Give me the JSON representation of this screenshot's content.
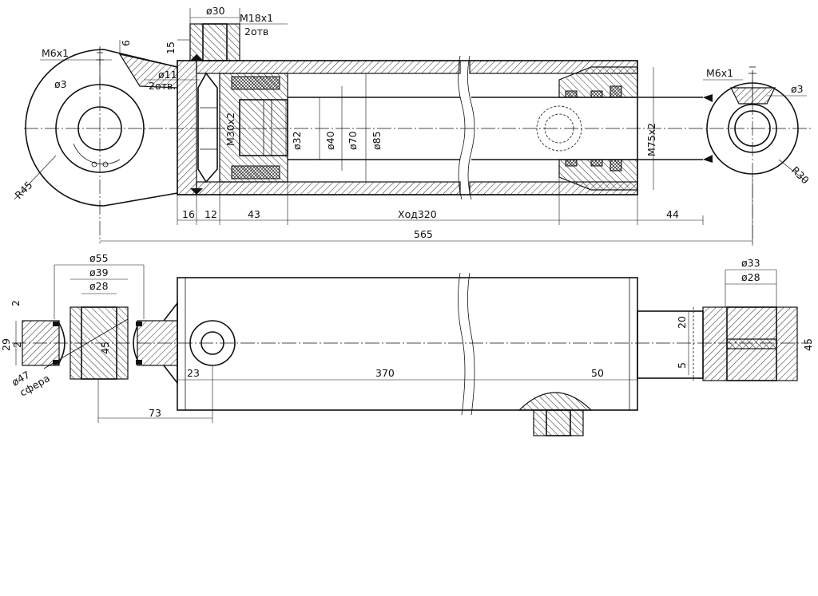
{
  "labels": {
    "d30": "ø30",
    "m18": "M18x1",
    "m18_count": "2отв",
    "dim15": "15",
    "m6_left": "M6x1",
    "dim6": "6",
    "d3_left": "ø3",
    "d11": "ø11",
    "d11_count": "2отв.",
    "m30": "M30x2",
    "d32": "ø32",
    "d40": "ø40",
    "d70": "ø70",
    "d85": "ø85",
    "m75": "M75x2",
    "m6_right": "M6x1",
    "d3_right": "ø3",
    "r45": "R45",
    "r30": "R30",
    "dim16": "16",
    "dim12": "12",
    "dim43": "43",
    "stroke": "Ход320",
    "dim44": "44",
    "dim565": "565",
    "d55": "ø55",
    "d39": "ø39",
    "d28_left": "ø28",
    "dim2_top": "2",
    "dim29": "29",
    "dim2_mid": "2",
    "dim45_left": "45",
    "d47": "ø47",
    "sphere": "сфера",
    "dim23": "23",
    "dim370": "370",
    "dim50": "50",
    "dim73": "73",
    "d33": "ø33",
    "d28_right": "ø28",
    "dim20": "20",
    "dim5": "5",
    "dim45_right": "45"
  }
}
